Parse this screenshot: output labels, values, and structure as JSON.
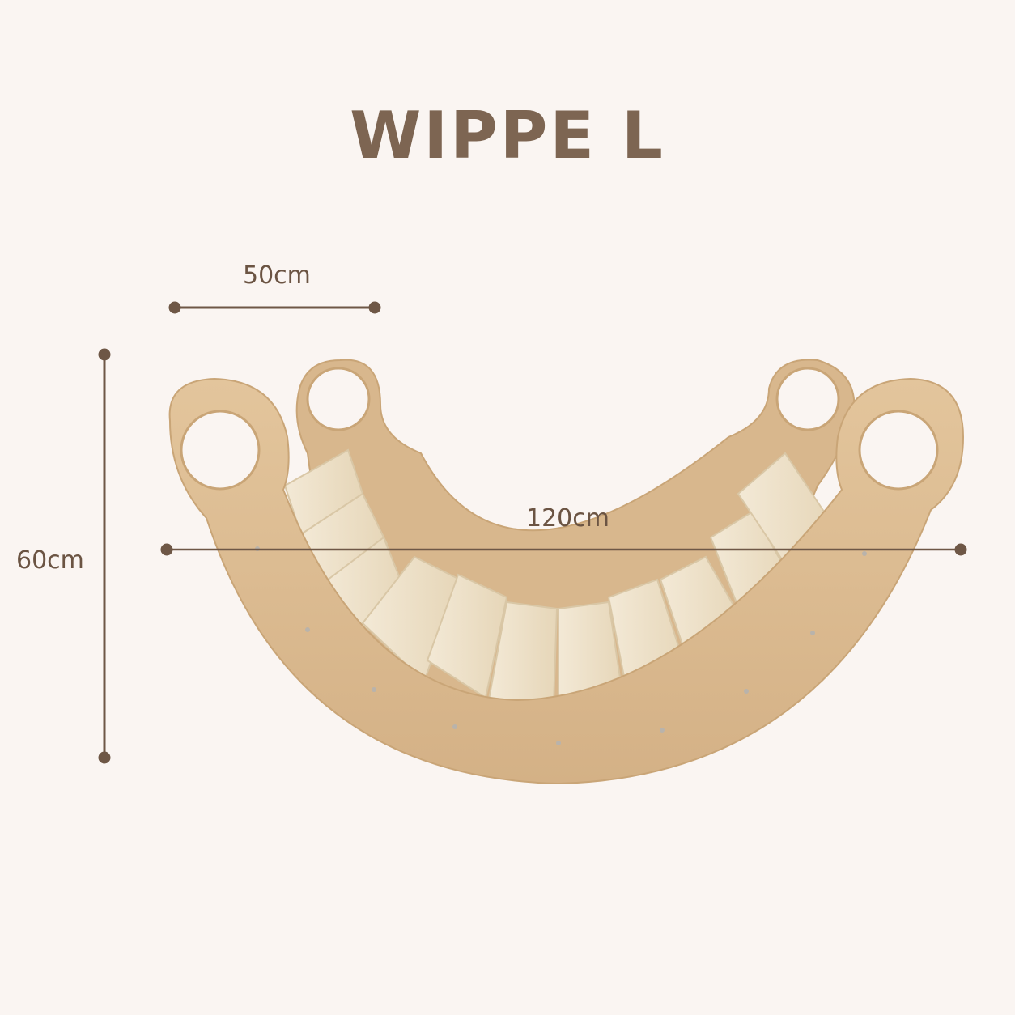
{
  "title": "WIPPE L",
  "dimensions": {
    "width_top": "50cm",
    "height": "60cm",
    "length": "120cm"
  },
  "colors": {
    "background": "#faf5f2",
    "title": "#7d6552",
    "dimension_line": "#6e5746",
    "plywood": "#dcbc91",
    "slats": "#efe3cc"
  }
}
